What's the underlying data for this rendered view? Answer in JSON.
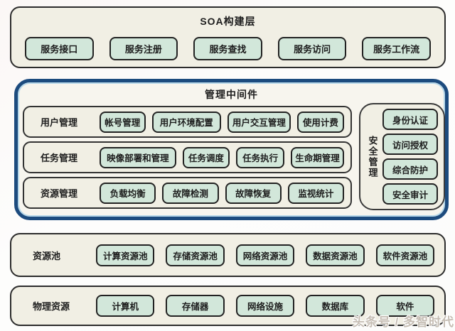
{
  "soa": {
    "title": "SOA构建层",
    "boxes": [
      "服务接口",
      "服务注册",
      "服务查找",
      "服务访问",
      "服务工作流"
    ]
  },
  "middleware": {
    "title": "管理中间件",
    "rows": [
      {
        "label": "用户管理",
        "boxes": [
          "帐号管理",
          "用户环境配置",
          "用户交互管理",
          "使用计费"
        ]
      },
      {
        "label": "任务管理",
        "boxes": [
          "映像部署和管理",
          "任务调度",
          "任务执行",
          "生命期管理"
        ]
      },
      {
        "label": "资源管理",
        "boxes": [
          "负载均衡",
          "故障检测",
          "故障恢复",
          "监视统计"
        ]
      }
    ],
    "security": {
      "label": "安全管理",
      "boxes": [
        "身份认证",
        "访问授权",
        "综合防护",
        "安全审计"
      ]
    }
  },
  "resource_pool": {
    "label": "资源池",
    "boxes": [
      "计算资源池",
      "存储资源池",
      "网络资源池",
      "数据资源池",
      "软件资源池"
    ]
  },
  "physical": {
    "label": "物理资源",
    "boxes": [
      "计算机",
      "存储器",
      "网络设施",
      "数据库",
      "软件"
    ]
  },
  "watermark": "头条号 / 多智时代",
  "colors": {
    "box_fill": "#d2e7da",
    "panel_fill": "#f1efe4",
    "border_dark": "#2c2c2c",
    "middleware_border": "#1c4b7e",
    "middleware_inner_line": "#b7d8e9",
    "watermark_text": "#c6beb4"
  }
}
